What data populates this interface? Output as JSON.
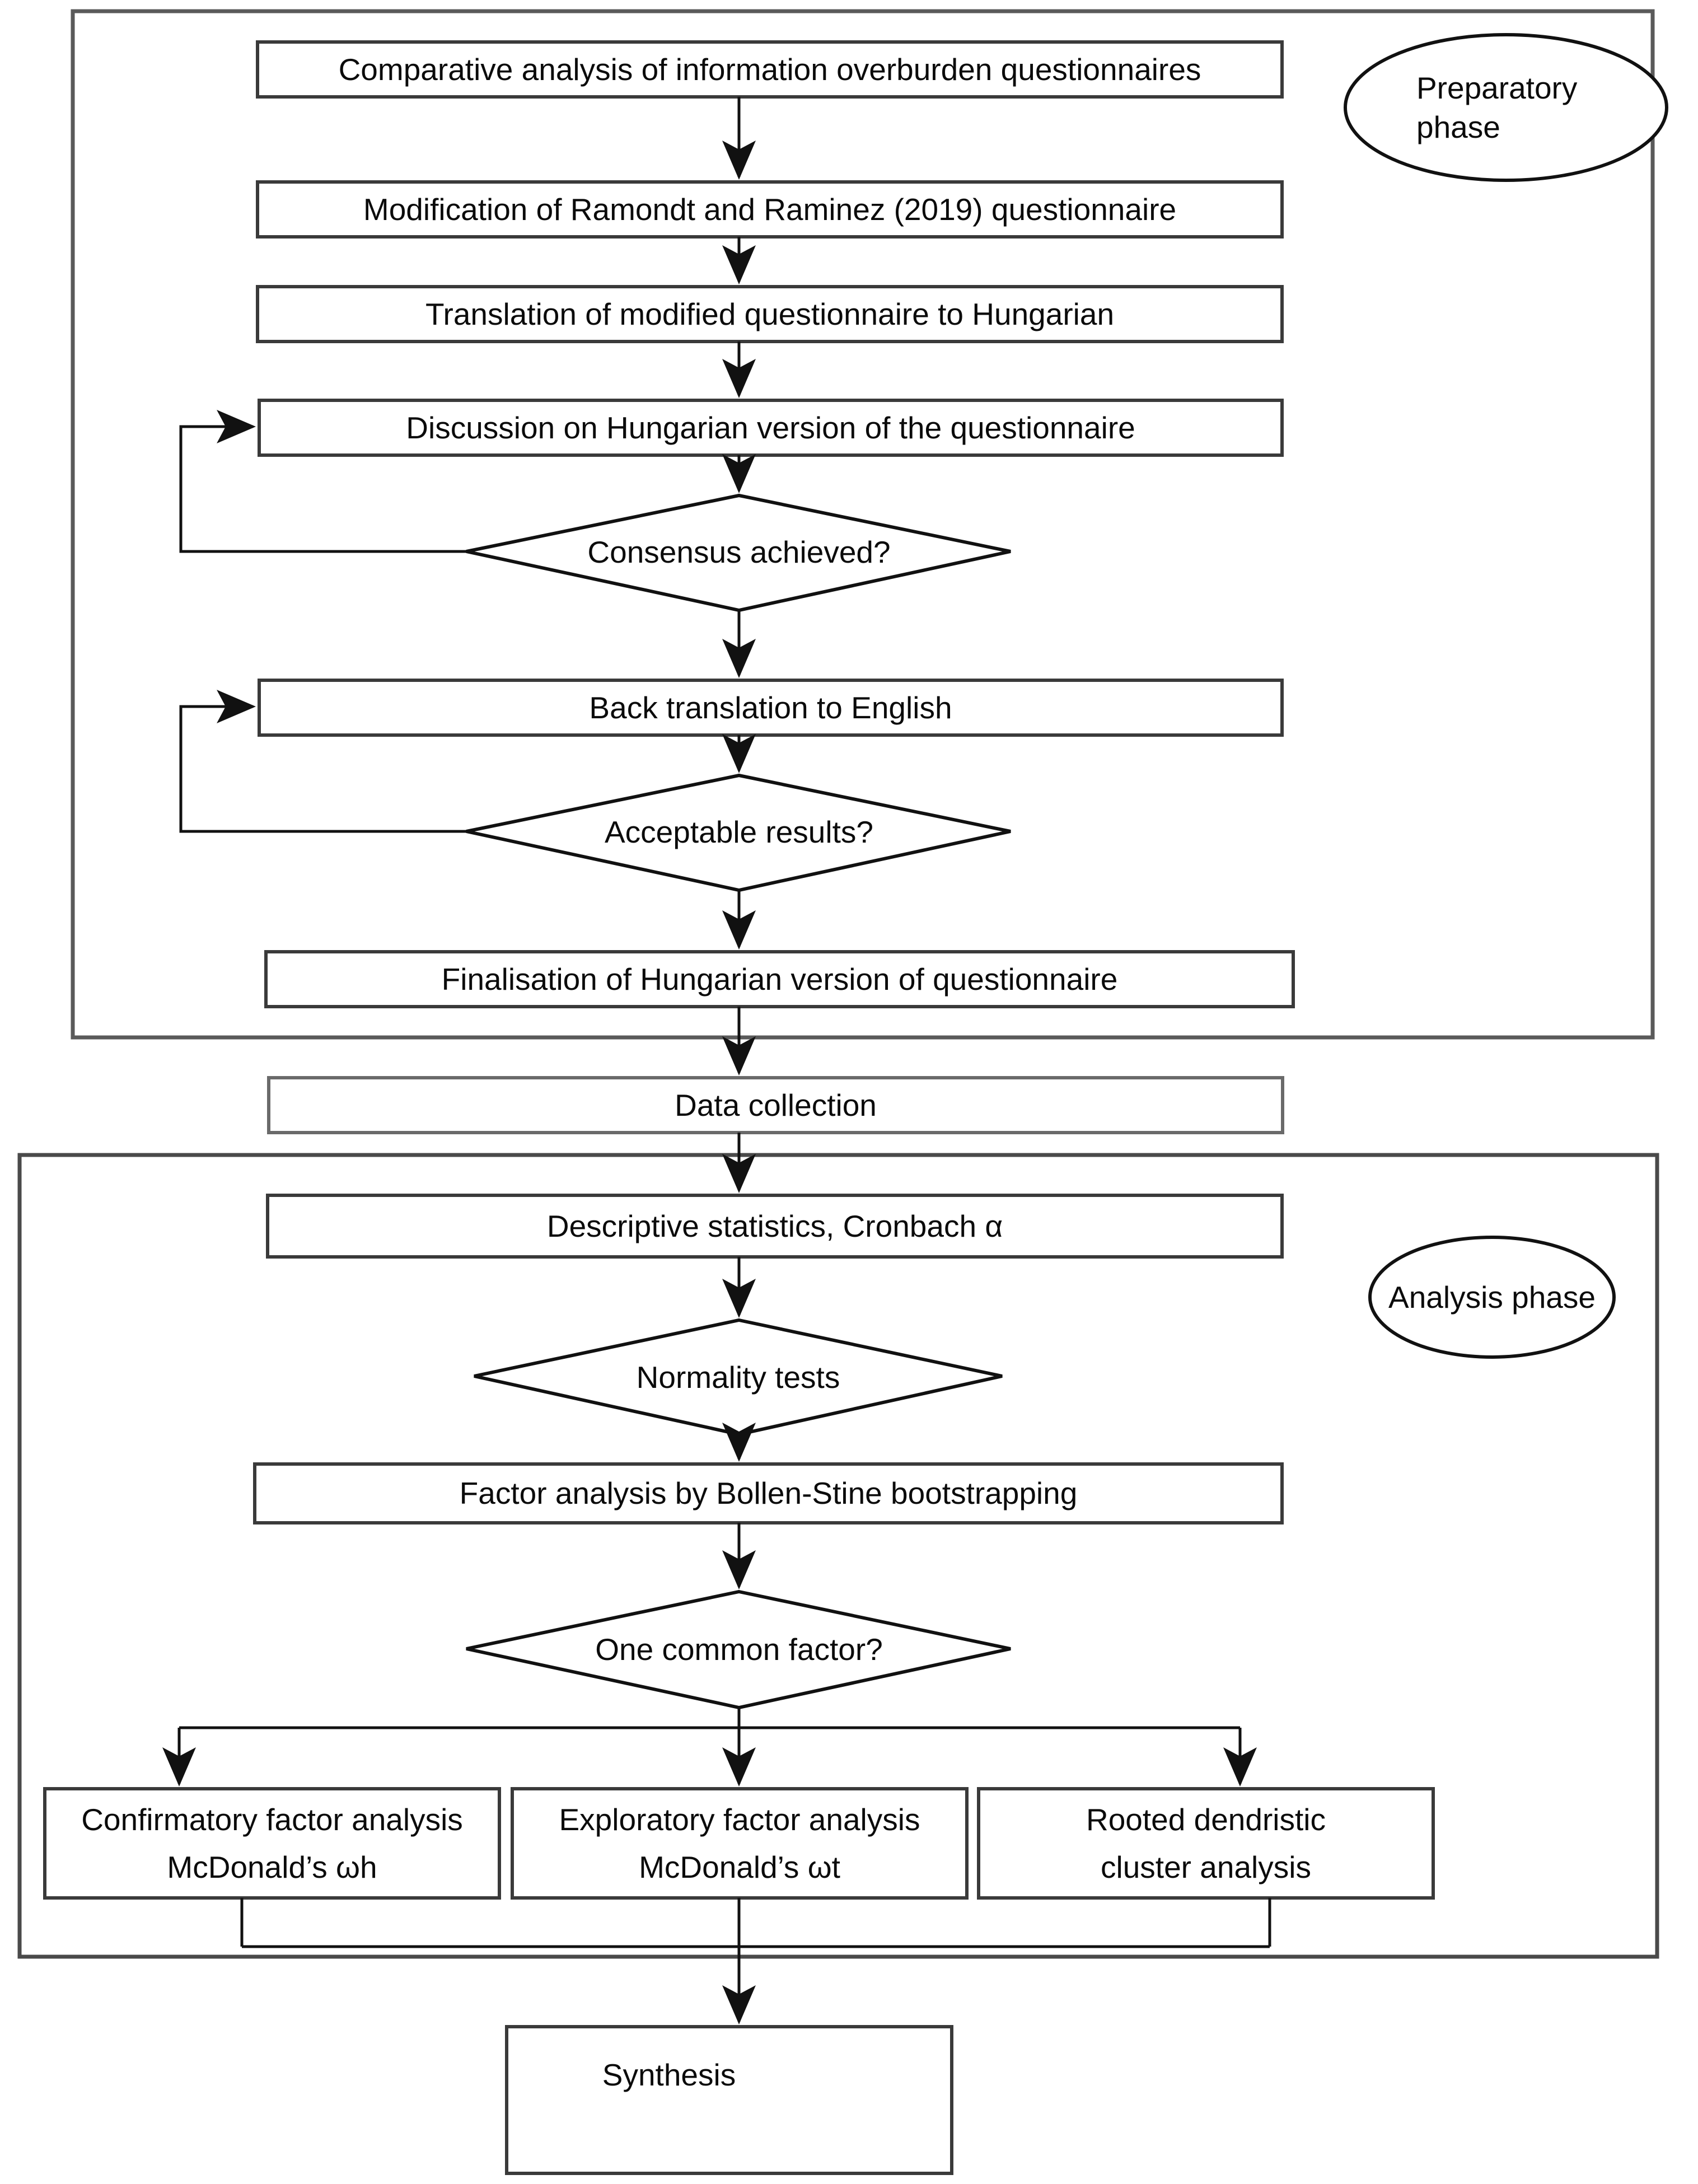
{
  "figure": {
    "type": "flowchart",
    "phases": [
      {
        "id": "preparatory",
        "label": "Preparatory\nphase",
        "label_line1": "Preparatory",
        "label_line2": "phase"
      },
      {
        "id": "analysis",
        "label": "Analysis phase"
      }
    ],
    "nodes": [
      {
        "id": "n1",
        "shape": "process",
        "label": "Comparative analysis of information overburden questionnaires",
        "phase": "preparatory"
      },
      {
        "id": "n2",
        "shape": "process",
        "label": "Modification of Ramondt and Raminez (2019) questionnaire",
        "phase": "preparatory"
      },
      {
        "id": "n3",
        "shape": "process",
        "label": "Translation of modified questionnaire to Hungarian",
        "phase": "preparatory"
      },
      {
        "id": "n4",
        "shape": "process",
        "label": "Discussion on Hungarian version of the questionnaire",
        "phase": "preparatory"
      },
      {
        "id": "d1",
        "shape": "decision",
        "label": "Consensus achieved?",
        "phase": "preparatory"
      },
      {
        "id": "n5",
        "shape": "process",
        "label": "Back translation to English",
        "phase": "preparatory"
      },
      {
        "id": "d2",
        "shape": "decision",
        "label": "Acceptable results?",
        "phase": "preparatory"
      },
      {
        "id": "n6",
        "shape": "process",
        "label": "Finalisation of Hungarian version of questionnaire",
        "phase": "preparatory"
      },
      {
        "id": "n7",
        "shape": "process",
        "label": "Data collection",
        "phase": "none"
      },
      {
        "id": "n8",
        "shape": "process",
        "label": "Descriptive statistics, Cronbach α",
        "phase": "analysis"
      },
      {
        "id": "d3",
        "shape": "decision",
        "label": "Normality tests",
        "phase": "analysis"
      },
      {
        "id": "n9",
        "shape": "process",
        "label": "Factor analysis by Bollen-Stine bootstrapping",
        "phase": "analysis"
      },
      {
        "id": "d4",
        "shape": "decision",
        "label": "One common factor?",
        "phase": "analysis"
      },
      {
        "id": "n10",
        "shape": "process",
        "label": "Confirmatory factor analysis\nMcDonald’s ωh",
        "label_line1": "Confirmatory factor analysis",
        "label_line2": "McDonald’s ωh",
        "phase": "analysis"
      },
      {
        "id": "n11",
        "shape": "process",
        "label": "Exploratory factor analysis\nMcDonald’s ωt",
        "label_line1": "Exploratory factor analysis",
        "label_line2": "McDonald’s ωt",
        "phase": "analysis"
      },
      {
        "id": "n12",
        "shape": "process",
        "label": "Rooted dendristic\ncluster analysis",
        "label_line1": "Rooted dendristic",
        "label_line2": "cluster analysis",
        "phase": "analysis"
      },
      {
        "id": "n13",
        "shape": "process",
        "label": "Synthesis",
        "phase": "none"
      }
    ],
    "edges": [
      {
        "from": "n1",
        "to": "n2",
        "kind": "straight"
      },
      {
        "from": "n2",
        "to": "n3",
        "kind": "straight"
      },
      {
        "from": "n3",
        "to": "n4",
        "kind": "straight"
      },
      {
        "from": "n4",
        "to": "d1",
        "kind": "straight"
      },
      {
        "from": "d1",
        "to": "n4",
        "kind": "loopback-left"
      },
      {
        "from": "d1",
        "to": "n5",
        "kind": "straight"
      },
      {
        "from": "n5",
        "to": "d2",
        "kind": "straight"
      },
      {
        "from": "d2",
        "to": "n5",
        "kind": "loopback-left"
      },
      {
        "from": "d2",
        "to": "n6",
        "kind": "straight"
      },
      {
        "from": "n6",
        "to": "n7",
        "kind": "straight"
      },
      {
        "from": "n7",
        "to": "n8",
        "kind": "straight"
      },
      {
        "from": "n8",
        "to": "d3",
        "kind": "straight"
      },
      {
        "from": "d3",
        "to": "n9",
        "kind": "straight"
      },
      {
        "from": "n9",
        "to": "d4",
        "kind": "straight"
      },
      {
        "from": "d4",
        "to": "n10",
        "kind": "split-left"
      },
      {
        "from": "d4",
        "to": "n11",
        "kind": "split-center"
      },
      {
        "from": "d4",
        "to": "n12",
        "kind": "split-right"
      },
      {
        "from": "n10",
        "to": "n13",
        "kind": "merge-left"
      },
      {
        "from": "n11",
        "to": "n13",
        "kind": "merge-center"
      },
      {
        "from": "n12",
        "to": "n13",
        "kind": "merge-right"
      }
    ],
    "colors": {
      "stroke": "#1a1a1a",
      "box_stroke": "#3a3a3a",
      "container_stroke": "#555555",
      "fill": "#ffffff",
      "text": "#0b0b0b",
      "background": "#ffffff"
    }
  }
}
